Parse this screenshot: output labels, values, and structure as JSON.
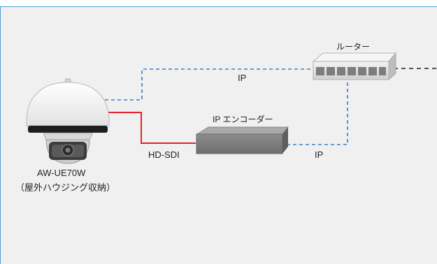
{
  "diagram": {
    "router_label": "ルーター",
    "ip_label_top": "IP",
    "encoder_label": "IP エンコーダー",
    "hdsdi_label": "HD-SDI",
    "ip_label_bottom": "IP",
    "camera_model": "AW-UE70W",
    "camera_note": "（屋外ハウジング収納）"
  },
  "colors": {
    "ip_link": "#3b7fc4",
    "sdi_link": "#e0242b",
    "background": "#f0f0f0",
    "frame_border": "#4aa3d8"
  }
}
